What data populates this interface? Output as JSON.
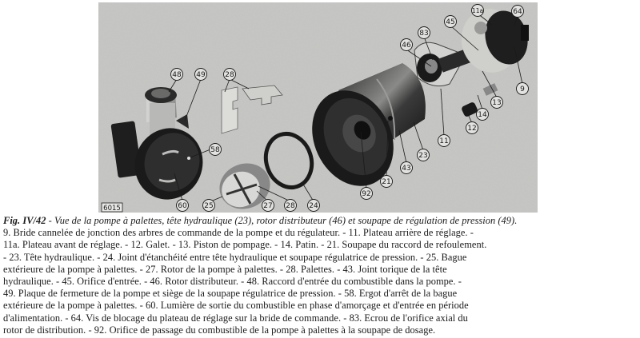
{
  "figure": {
    "plate_number": "6015",
    "callouts": [
      "48",
      "49",
      "28",
      "58",
      "60",
      "25",
      "27",
      "28",
      "24",
      "46",
      "83",
      "45",
      "11a",
      "64",
      "9",
      "13",
      "14",
      "12",
      "11",
      "23",
      "43",
      "21",
      "92"
    ],
    "background_color": "#c8c8c6"
  },
  "caption": {
    "fig_label": "Fig. IV/42",
    "title": " - Vue de la pompe à palettes, tête hydraulique (23), rotor distributeur (46) et soupape de régulation de pression (49).",
    "lines": [
      "9. Bride cannelée de jonction des arbres de commande de la pompe et du régulateur. - 11. Plateau arrière de réglage. -",
      "11a. Plateau avant de réglage. - 12. Galet. - 13. Piston de pompage. - 14. Patin. - 21. Soupape du raccord de refoulement.",
      "- 23. Tête hydraulique. - 24. Joint d'étanchéité entre tête hydraulique et soupape régulatrice de pression. - 25. Bague",
      "extérieure de la pompe à palettes. - 27. Rotor de la pompe à palettes. - 28. Palettes. - 43. Joint torique de la tête",
      "hydraulique. - 45. Orifice d'entrée. - 46. Rotor distributeur. - 48. Raccord d'entrée du combustible dans la pompe. -",
      "49. Plaque de fermeture de la pompe et siège de la soupape régulatrice de pression. - 58. Ergot d'arrêt de la bague",
      "extérieure de la pompe à palettes. - 60. Lumière de sortie du combustible en phase d'amorçage et d'entrée en période",
      "d'alimentation. - 64. Vis de blocage du plateau de réglage sur la bride de commande. - 83. Ecrou de l'orifice axial du",
      "rotor de distribution. - 92. Orifice de passage du combustible de la pompe à palettes à la soupape de dosage."
    ]
  }
}
